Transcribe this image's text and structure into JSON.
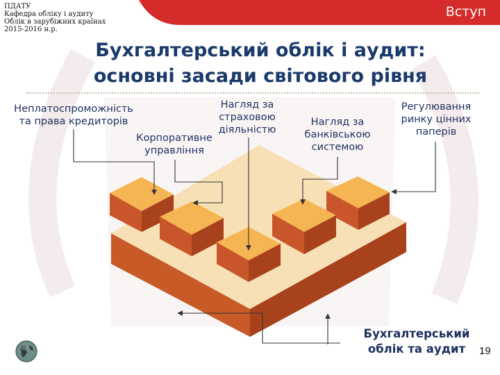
{
  "header": {
    "lines": [
      "ПДАТУ",
      "Кафедра обліку і аудиту",
      "Облік в зарубіжних країнах",
      "2015-2016 н.р."
    ]
  },
  "banner": {
    "label": "Вступ"
  },
  "title": {
    "line1": "Бухгалтерський облік і аудит:",
    "line2": "основні засади світового рівня"
  },
  "diagram": {
    "labels": {
      "insolvency": [
        "Неплатоспроможність",
        "та права кредиторів"
      ],
      "corporate": [
        "Корпоративне",
        "управління"
      ],
      "insurance": [
        "Нагляд за",
        "страховою",
        "діяльністю"
      ],
      "banking": [
        "Нагляд за",
        "банківською",
        "системою"
      ],
      "securities": [
        "Регулювання",
        "ринку цінних",
        "паперів"
      ]
    },
    "base_label": [
      "Бухгалтерський",
      "облік та аудит"
    ]
  },
  "colors": {
    "banner": "#d62b2b",
    "title": "#1a3a6b",
    "label": "#1c2f5e",
    "base_top": "#f7dfb6",
    "base_front": "#c75a27",
    "cube_top": "#f5b552",
    "cube_front": "#c9562b",
    "cube_side": "#a8421c"
  },
  "page_number": "19",
  "icons": {
    "globe": "globe-icon"
  }
}
